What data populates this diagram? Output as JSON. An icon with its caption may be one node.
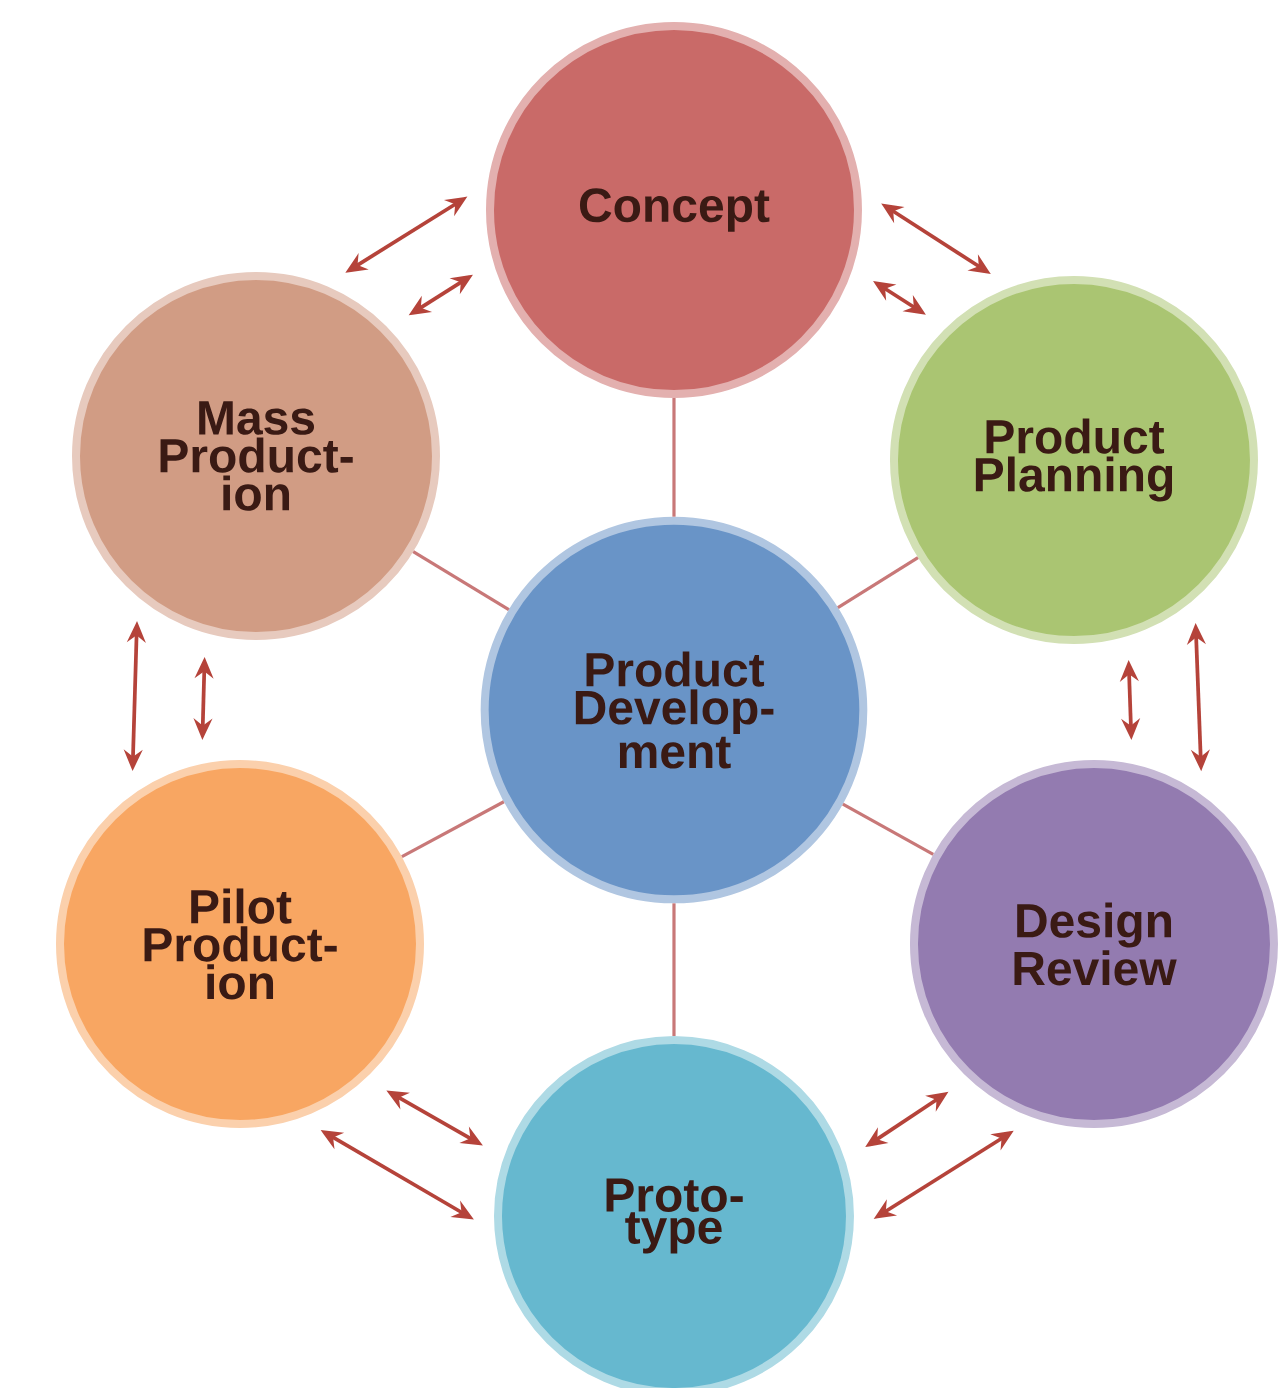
{
  "diagram": {
    "nodes": [
      {
        "text": [
          "Concept"
        ]
      },
      {
        "text": [
          "Product Planning"
        ]
      },
      {
        "text": [
          "Design Review"
        ]
      },
      {
        "text": [
          "Proto- type"
        ]
      },
      {
        "text": [
          "Pilot Product- ion"
        ]
      },
      {
        "text": [
          "Mass Product- ion"
        ]
      },
      {
        "text": [
          "Product Develop- ment"
        ]
      }
    ],
    "edges": [
      {
        "from": 6,
        "to": 0,
        "arrow": "none"
      },
      {
        "from": 6,
        "to": 1,
        "arrow": "none"
      },
      {
        "from": 6,
        "to": 2,
        "arrow": "none"
      },
      {
        "from": 6,
        "to": 3,
        "arrow": "none"
      },
      {
        "from": 6,
        "to": 4,
        "arrow": "none"
      },
      {
        "from": 6,
        "to": 5,
        "arrow": "none"
      },
      {
        "from": 0,
        "to": 1,
        "arrow": "both"
      },
      {
        "from": 0,
        "to": 1,
        "arrow": "both"
      },
      {
        "from": 1,
        "to": 2,
        "arrow": "both"
      },
      {
        "from": 1,
        "to": 2,
        "arrow": "both"
      },
      {
        "from": 2,
        "to": 3,
        "arrow": "both"
      },
      {
        "from": 2,
        "to": 3,
        "arrow": "both"
      },
      {
        "from": 3,
        "to": 4,
        "arrow": "both"
      },
      {
        "from": 3,
        "to": 4,
        "arrow": "both"
      },
      {
        "from": 4,
        "to": 5,
        "arrow": "both"
      },
      {
        "from": 4,
        "to": 5,
        "arrow": "both"
      },
      {
        "from": 5,
        "to": 0,
        "arrow": "both"
      },
      {
        "from": 5,
        "to": 0,
        "arrow": "both"
      }
    ]
  }
}
